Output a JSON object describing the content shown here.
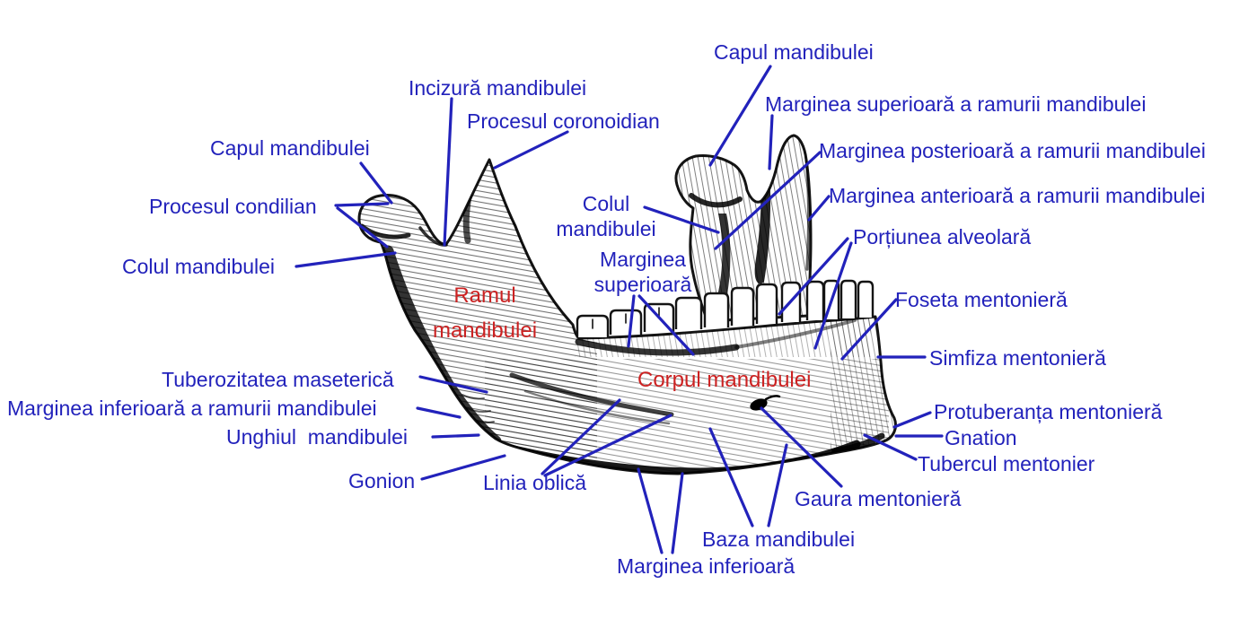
{
  "colors": {
    "label_blue": "#2222bb",
    "label_red": "#cc2222",
    "line_blue": "#2222bb",
    "ink": "#141414",
    "background": "#ffffff"
  },
  "labels": [
    {
      "id": "capul-mandibulei-top",
      "text": "Capul mandibulei",
      "color": "blue"
    },
    {
      "id": "incizura-mandibulei",
      "text": "Incizură mandibulei",
      "color": "blue"
    },
    {
      "id": "procesul-coronoidian",
      "text": "Procesul coronoidian",
      "color": "blue"
    },
    {
      "id": "marginea-superioara-a-ramurii",
      "text": "Marginea superioară a ramurii mandibulei",
      "color": "blue"
    },
    {
      "id": "capul-mandibulei-left",
      "text": "Capul mandibulei",
      "color": "blue"
    },
    {
      "id": "marginea-posterioara-a-ramurii",
      "text": "Marginea posterioară a ramurii mandibulei",
      "color": "blue"
    },
    {
      "id": "marginea-anterioara-a-ramurii",
      "text": "Marginea anterioară a ramurii mandibulei",
      "color": "blue"
    },
    {
      "id": "procesul-condilian",
      "text": "Procesul condilian",
      "color": "blue"
    },
    {
      "id": "colul-mandibulei-center",
      "text": "Colul\nmandibulei",
      "color": "blue"
    },
    {
      "id": "portiunea-alveolara",
      "text": "Porțiunea alveolară",
      "color": "blue"
    },
    {
      "id": "colul-mandibulei-left",
      "text": "Colul mandibulei",
      "color": "blue"
    },
    {
      "id": "marginea-superioara-center",
      "text": "Marginea\nsuperioară",
      "color": "blue"
    },
    {
      "id": "foseta-mentoniera",
      "text": "Foseta mentonieră",
      "color": "blue"
    },
    {
      "id": "ramul-mandibulei",
      "text": "Ramul\nmandibulei",
      "color": "red"
    },
    {
      "id": "simfiza-mentoniera",
      "text": "Simfiza mentonieră",
      "color": "blue"
    },
    {
      "id": "tuberozitatea-maseterica",
      "text": "Tuberozitatea maseterică",
      "color": "blue"
    },
    {
      "id": "corpul-mandibulei",
      "text": "Corpul mandibulei",
      "color": "red"
    },
    {
      "id": "marginea-inferioara-a-ramurii",
      "text": "Marginea inferioară a ramurii mandibulei",
      "color": "blue"
    },
    {
      "id": "protuberanta-mentoniera",
      "text": "Protuberanța mentonieră",
      "color": "blue"
    },
    {
      "id": "unghiul-mandibulei",
      "text": "Unghiul  mandibulei",
      "color": "blue"
    },
    {
      "id": "gnation",
      "text": "Gnation",
      "color": "blue"
    },
    {
      "id": "tubercul-mentonier",
      "text": "Tubercul mentonier",
      "color": "blue"
    },
    {
      "id": "gonion",
      "text": "Gonion",
      "color": "blue"
    },
    {
      "id": "linia-oblica",
      "text": "Linia oblică",
      "color": "blue"
    },
    {
      "id": "gaura-mentoniera",
      "text": "Gaura mentonieră",
      "color": "blue"
    },
    {
      "id": "baza-mandibulei",
      "text": "Baza mandibulei",
      "color": "blue"
    },
    {
      "id": "marginea-inferioara",
      "text": "Marginea inferioară",
      "color": "blue"
    }
  ]
}
